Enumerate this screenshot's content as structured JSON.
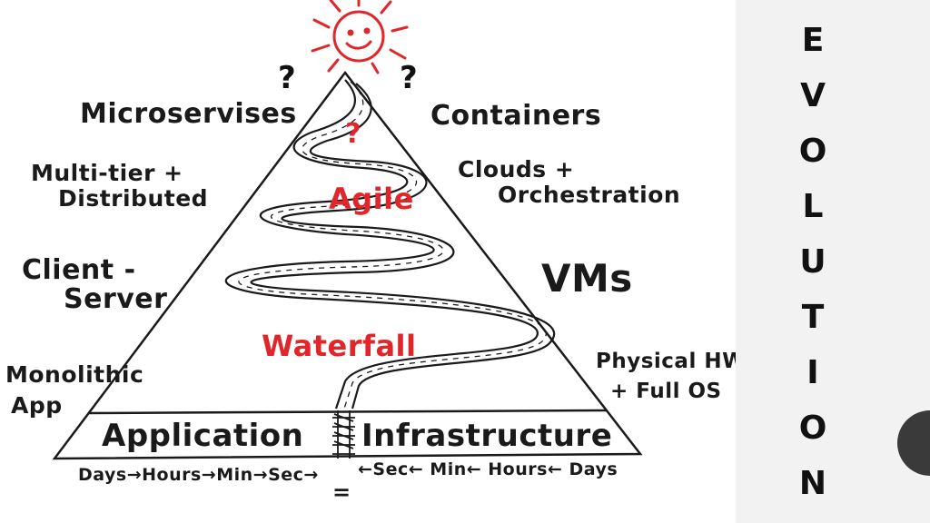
{
  "title_letters": [
    "E",
    "V",
    "O",
    "L",
    "U",
    "T",
    "I",
    "O",
    "N"
  ],
  "left_labels": {
    "microservices": "Microservises",
    "multitier_1": "Multi-tier +",
    "multitier_2": "Distributed",
    "client_1": "Client -",
    "client_2": "Server",
    "monolithic_1": "Monolithic",
    "monolithic_2": "App"
  },
  "right_labels": {
    "containers": "Containers",
    "clouds_1": "Clouds +",
    "clouds_2": "Orchestration",
    "vms": "VMs",
    "physical_1": "Physical HW",
    "physical_2": "+ Full OS"
  },
  "inside": {
    "agile": "Agile",
    "waterfall": "Waterfall",
    "question": "?"
  },
  "base": {
    "application": "Application",
    "infrastructure": "Infrastructure"
  },
  "timeline": {
    "left": "Days→Hours→Min→Sec→",
    "right": "←Sec← Min← Hours← Days",
    "equals": "="
  },
  "question_marks": {
    "left": "?",
    "right": "?"
  },
  "colors": {
    "sun": "#e0262a",
    "ink": "#1a1a1a",
    "accent_text": "#e0262a",
    "side_panel": "#f2f2f2"
  },
  "icons": {
    "sun": "smiling-sun-icon",
    "road": "winding-road",
    "zipper": "zipper-icon",
    "record": "record-dot-icon"
  }
}
